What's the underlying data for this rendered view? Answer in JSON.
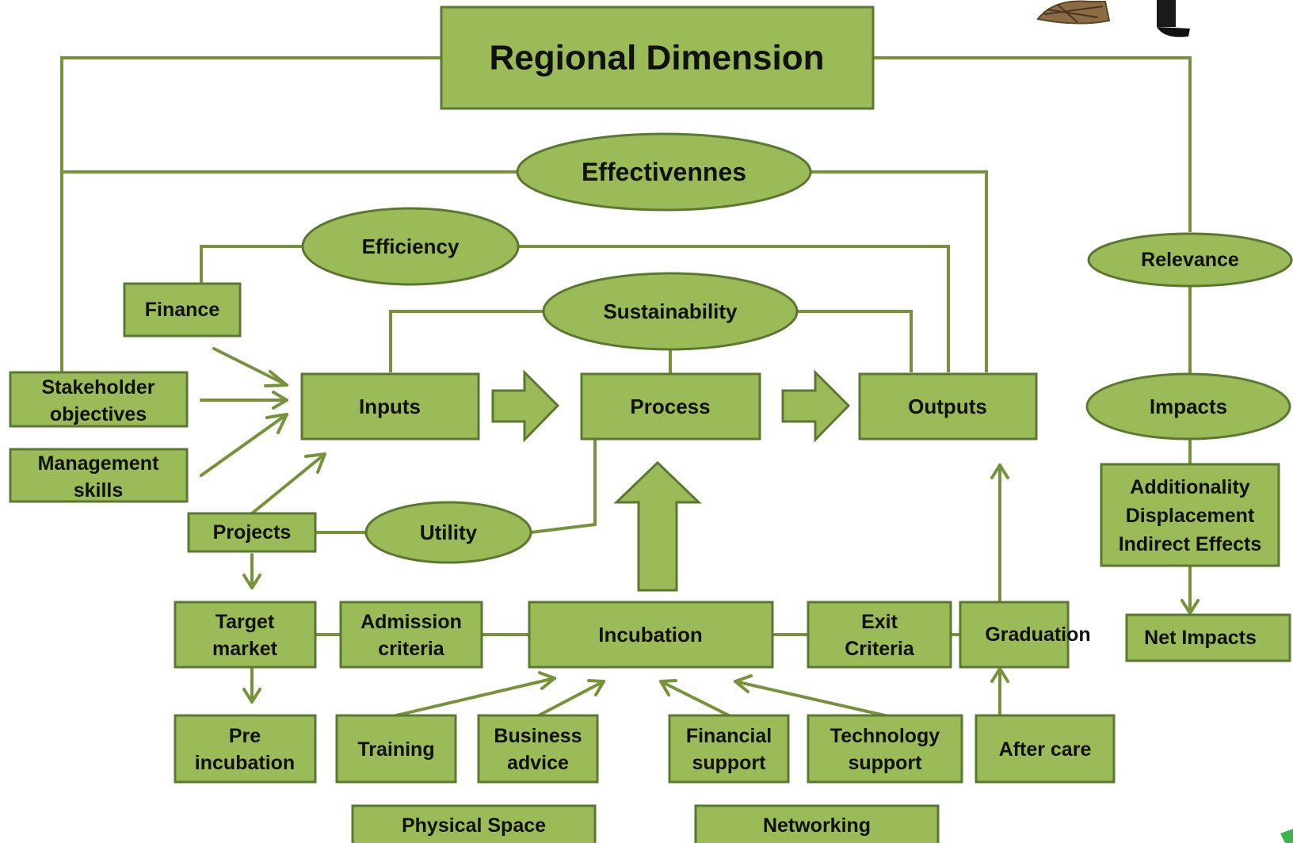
{
  "title": "Regional Dimension",
  "criteria": {
    "effectiveness": "Effectivennes",
    "efficiency": "Efficiency",
    "sustainability": "Sustainability",
    "relevance": "Relevance",
    "impacts": "Impacts",
    "utility": "Utility"
  },
  "pipeline": {
    "inputs": "Inputs",
    "process": "Process",
    "outputs": "Outputs"
  },
  "inputs_sources": {
    "finance": "Finance",
    "stakeholder": [
      "Stakeholder",
      "objectives"
    ],
    "management": [
      "Management",
      "skills"
    ],
    "projects": "Projects"
  },
  "incubation_chain": {
    "target_market": [
      "Target",
      "market"
    ],
    "admission": [
      "Admission",
      "criteria"
    ],
    "incubation": "Incubation",
    "exit": [
      "Exit",
      "Criteria"
    ],
    "graduation": "Graduation",
    "pre_incubation": [
      "Pre",
      "incubation"
    ]
  },
  "services": {
    "training": "Training",
    "business_advice": [
      "Business",
      "advice"
    ],
    "financial_support": [
      "Financial",
      "support"
    ],
    "technology_support": [
      "Technology",
      "support"
    ],
    "after_care": "After care",
    "physical_space": "Physical Space",
    "networking": "Networking"
  },
  "impacts_detail": {
    "effects": [
      "Additionality",
      "Displacement",
      "Indirect Effects"
    ],
    "net_impacts": "Net Impacts"
  },
  "colors": {
    "fill": "#9bbb59",
    "border": "#5b7830",
    "connector": "#76933c"
  }
}
